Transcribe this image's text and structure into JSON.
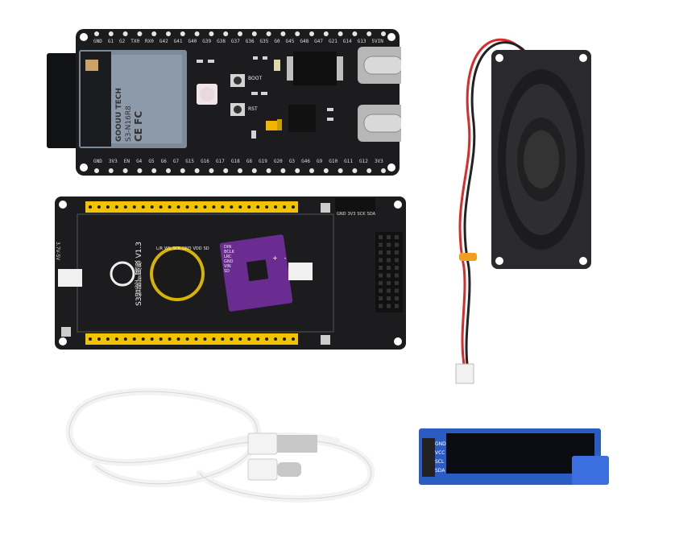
{
  "devboard": {
    "top_pins": [
      "GND",
      "G1",
      "G2",
      "TX0",
      "RX0",
      "G42",
      "G41",
      "G40",
      "G39",
      "G38",
      "G37",
      "G36",
      "G35",
      "G0",
      "G45",
      "G48",
      "G47",
      "G21",
      "G14",
      "G13",
      "5VIN"
    ],
    "bottom_pins": [
      "GND",
      "3V3",
      "EN",
      "G4",
      "G5",
      "G6",
      "G7",
      "G15",
      "G16",
      "G17",
      "G18",
      "G8",
      "G19",
      "G20",
      "G3",
      "G46",
      "G9",
      "G10",
      "G11",
      "G12",
      "3V3"
    ],
    "module_line1": "GOOUU TECH",
    "module_line2": "S3-N16R8",
    "module_line3": "CE FC",
    "boot_label": "BOOT",
    "rst_label": "RST"
  },
  "expansion": {
    "title_line1": "S3智能扩展板",
    "title_line2": "V1.3",
    "header_labels": [
      "GND",
      "3V3",
      "SCK",
      "SDA"
    ],
    "batt_label": "3.7V-5V",
    "mic_pins": [
      "L/R",
      "WS",
      "SCK",
      "GND",
      "VDD",
      "SD"
    ],
    "amp_pins": [
      "DIN",
      "BCLK",
      "LRC",
      "GND",
      "VIN",
      "SD"
    ],
    "amp_out": [
      "+",
      "-"
    ]
  },
  "oled": {
    "pins": [
      "GND",
      "VCC",
      "SCL",
      "SDA"
    ]
  },
  "colors": {
    "pcb_black": "#1c1c1e",
    "header_yellow": "#f2c400",
    "amp_purple": "#6a2c91",
    "speaker_black": "#2a2a2c",
    "cable_white": "#f3f3f3",
    "oled_blue": "#2a5cc4",
    "wire_red": "#d92b2b"
  }
}
